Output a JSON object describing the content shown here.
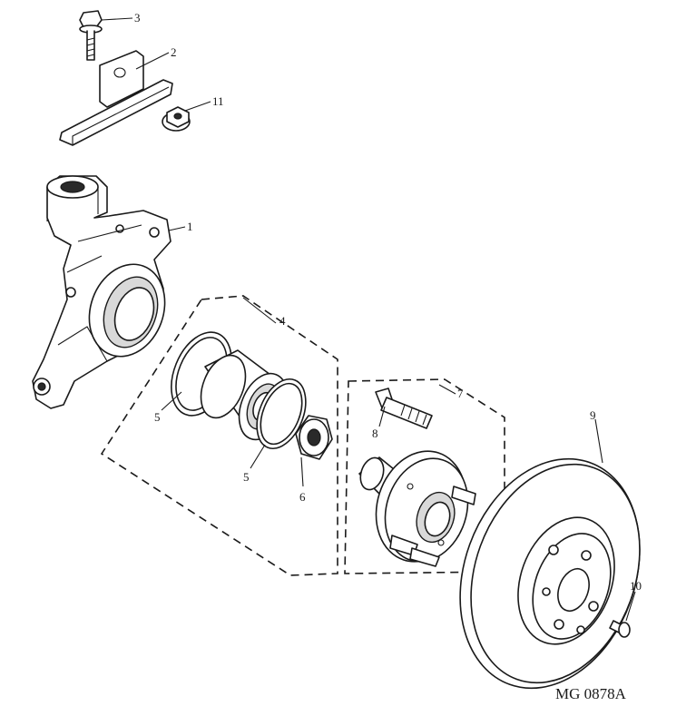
{
  "diagram": {
    "reference_code": "MG 0878A",
    "callouts": [
      {
        "id": "c1",
        "label": "1"
      },
      {
        "id": "c2",
        "label": "2"
      },
      {
        "id": "c3",
        "label": "3"
      },
      {
        "id": "c4",
        "label": "4"
      },
      {
        "id": "c5a",
        "label": "5"
      },
      {
        "id": "c5b",
        "label": "5"
      },
      {
        "id": "c6",
        "label": "6"
      },
      {
        "id": "c7",
        "label": "7"
      },
      {
        "id": "c8",
        "label": "8"
      },
      {
        "id": "c9",
        "label": "9"
      },
      {
        "id": "c10",
        "label": "10"
      },
      {
        "id": "c11",
        "label": "11"
      }
    ]
  }
}
